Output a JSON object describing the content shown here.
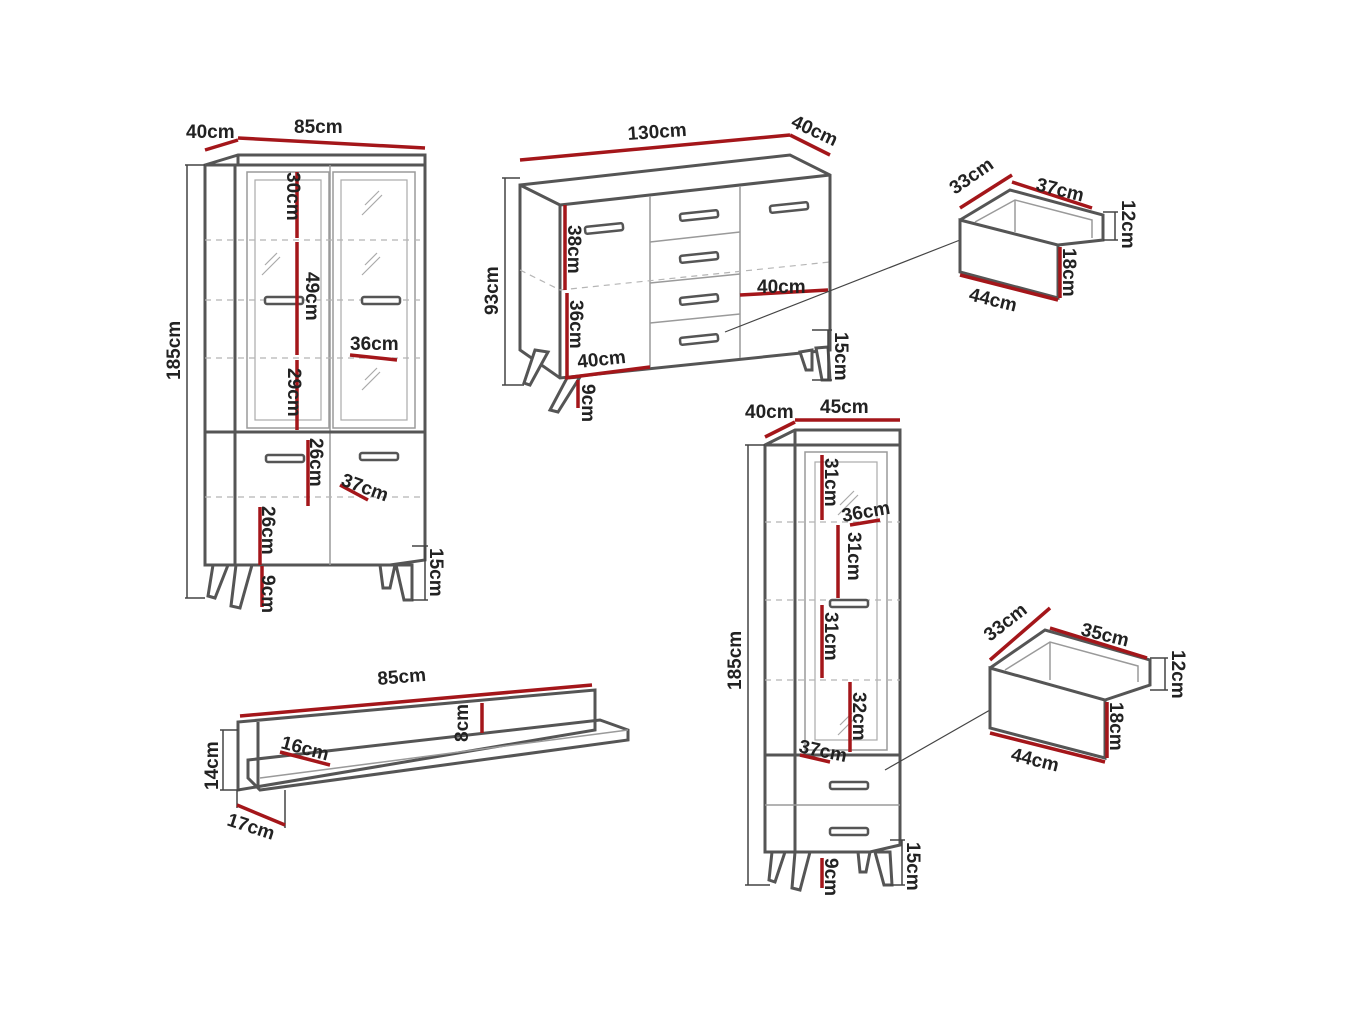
{
  "colors": {
    "dimension": "#a4161a",
    "outline": "#555555",
    "text": "#222222"
  },
  "vitrine": {
    "depth": "40cm",
    "width": "85cm",
    "height": "185cm",
    "glass_top": "30cm",
    "glass_mid": "49cm",
    "glass_low": "29cm",
    "shelf_depth": "36cm",
    "drawer_h": "26cm",
    "drawer_depth": "37cm",
    "lower_door": "26cm",
    "plinth": "9cm",
    "legs": "15cm"
  },
  "sideboard": {
    "width": "130cm",
    "depth": "40cm",
    "height": "93cm",
    "door_upper": "38cm",
    "door_lower": "36cm",
    "inner_depth_left": "40cm",
    "inner_depth_right": "40cm",
    "plinth": "9cm",
    "legs": "15cm"
  },
  "sideboard_drawer": {
    "depth": "33cm",
    "width": "37cm",
    "height": "12cm",
    "front": "18cm",
    "front_width": "44cm"
  },
  "tall_cabinet": {
    "depth": "40cm",
    "width": "45cm",
    "height": "185cm",
    "comp1": "31cm",
    "shelf_depth": "36cm",
    "comp2": "31cm",
    "comp3": "31cm",
    "comp4": "32cm",
    "drawer_depth": "37cm",
    "plinth": "9cm",
    "legs": "15cm"
  },
  "tall_drawer": {
    "depth": "33cm",
    "width": "35cm",
    "height": "12cm",
    "front": "18cm",
    "front_width": "44cm"
  },
  "wall_shelf": {
    "width": "85cm",
    "back_height": "8cm",
    "height": "14cm",
    "shelf_depth": "16cm",
    "depth": "17cm"
  }
}
